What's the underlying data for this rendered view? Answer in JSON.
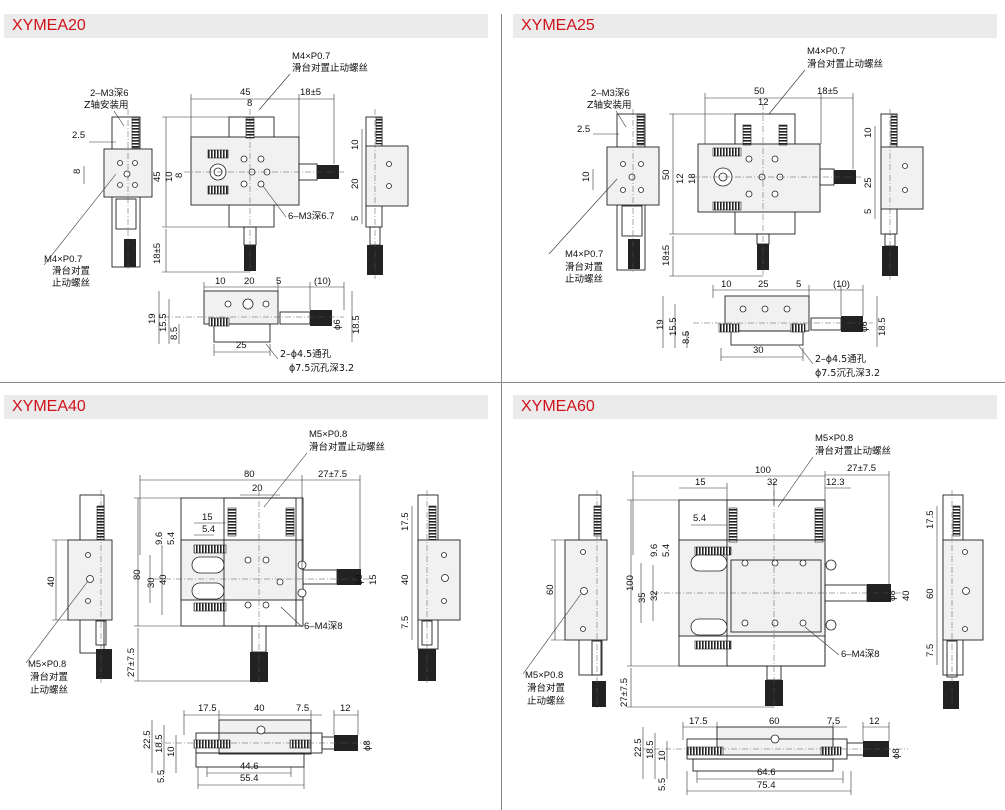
{
  "panels": [
    {
      "title": "XYMEA20",
      "labels": {
        "top_thread": "M4×P0.7",
        "top_thread_desc": "滑台对置止动螺丝",
        "z_holes": "2–M3深6",
        "z_holes_desc": "Z轴安装用",
        "side_thread": "M4×P0.7",
        "side_thread_desc1": "滑台对置",
        "side_thread_desc2": "止动螺丝",
        "top_holes": "6–M3深6.7",
        "bottom_holes": "2–ϕ4.5通孔",
        "bottom_holes_cb": "ϕ7.5沉孔深3.2"
      },
      "dims": {
        "width": "45",
        "center": "8",
        "travel_x": "18±5",
        "height": "45",
        "h10": "10",
        "h8": "8",
        "travel_y": "18±5",
        "edge": "2.5",
        "side8": "8",
        "side_10": "10",
        "side_20": "20",
        "side_5": "5",
        "f10": "10",
        "f20": "20",
        "f5": "5",
        "f_paren": "(10)",
        "f19": "19",
        "f155": "15.5",
        "f85": "8.5",
        "f25": "25",
        "fphi": "ϕ6",
        "f185": "18.5"
      }
    },
    {
      "title": "XYMEA25",
      "labels": {
        "top_thread": "M4×P0.7",
        "top_thread_desc": "滑台对置止动螺丝",
        "z_holes": "2–M3深6",
        "z_holes_desc": "Z轴安装用",
        "side_thread": "M4×P0.7",
        "side_thread_desc1": "滑台对置",
        "side_thread_desc2": "止动螺丝",
        "bottom_holes": "2–ϕ4.5通孔",
        "bottom_holes_cb": "ϕ7.5沉孔深3.2"
      },
      "dims": {
        "width": "50",
        "center": "12",
        "travel_x": "18±5",
        "height": "50",
        "h12": "12",
        "h18": "18",
        "travel_y": "18±5",
        "edge": "2.5",
        "side10": "10",
        "side_10": "10",
        "side_25": "25",
        "side_5": "5",
        "f10": "10",
        "f25": "25",
        "f5": "5",
        "f_paren": "(10)",
        "f19": "19",
        "f155": "15.5",
        "f85": "8.5",
        "f30": "30",
        "fphi": "ϕ6",
        "f185": "18.5"
      }
    },
    {
      "title": "XYMEA40",
      "labels": {
        "top_thread": "M5×P0.8",
        "top_thread_desc": "滑台对置止动螺丝",
        "side_thread": "M5×P0.8",
        "side_thread_desc1": "滑台对置",
        "side_thread_desc2": "止动螺丝",
        "top_holes": "6–M4深8"
      },
      "dims": {
        "width": "80",
        "center": "20",
        "travel_x": "27±7.5",
        "d15": "15",
        "d54": "5.4",
        "v96": "9.6",
        "v54": "5.4",
        "height": "80",
        "h30": "30",
        "h40": "40",
        "phi8": "ϕ8",
        "v15": "15",
        "travel_y": "27±7.5",
        "side40": "40",
        "side_175": "17.5",
        "side_40": "40",
        "side_75": "7.5",
        "f175": "17.5",
        "f40": "40",
        "f75": "7.5",
        "f12": "12",
        "f225": "22.5",
        "f185": "18.5",
        "f10": "10",
        "f55": "5.5",
        "f446": "44.6",
        "f554": "55.4",
        "fphi": "ϕ8"
      }
    },
    {
      "title": "XYMEA60",
      "labels": {
        "top_thread": "M5×P0.8",
        "top_thread_desc": "滑台对置止动螺丝",
        "side_thread": "M5×P0.8",
        "side_thread_desc1": "滑台对置",
        "side_thread_desc2": "止动螺丝",
        "top_holes": "6–M4深8"
      },
      "dims": {
        "width": "100",
        "d15": "15",
        "d32": "32",
        "d123": "12.3",
        "travel_x": "27±7.5",
        "d54": "5.4",
        "v96": "9.6",
        "v54": "5.4",
        "height": "100",
        "h35": "35",
        "h32": "32",
        "phi8": "ϕ8",
        "v40": "40",
        "travel_y": "27±7.5",
        "side60": "60",
        "side_175": "17.5",
        "side_60": "60",
        "side_75": "7.5",
        "f175": "17.5",
        "f60": "60",
        "f75": "7.5",
        "f12": "12",
        "f225": "22.5",
        "f185": "18.5",
        "f10": "10",
        "f55": "5.5",
        "f646": "64.6",
        "f754": "75.4",
        "fphi": "ϕ8"
      }
    }
  ]
}
